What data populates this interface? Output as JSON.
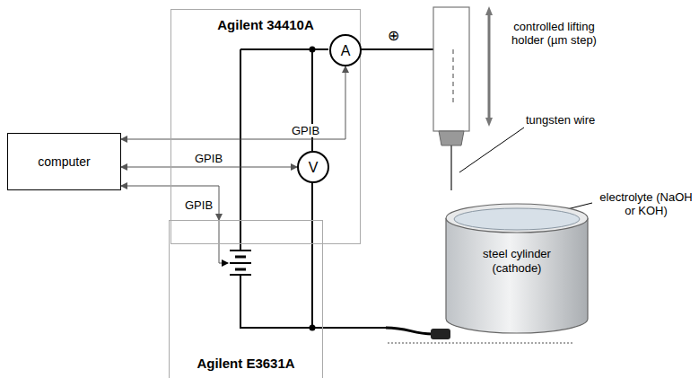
{
  "diagram": {
    "nodes": [
      {
        "text": [
          "Agilent 34410A"
        ]
      },
      {
        "text": [
          "A"
        ],
        "in": 0
      },
      {
        "text": [
          "V"
        ],
        "in": 0
      },
      {
        "text": [
          "computer"
        ]
      },
      {
        "text": [
          "Agilent E3631A"
        ]
      },
      {
        "text": [
          "steel cylinder (cathode)"
        ]
      }
    ],
    "edges": [
      {
        "from": 3,
        "to": 1,
        "arrow": "both",
        "label": "GPIB"
      },
      {
        "from": 3,
        "to": 2,
        "arrow": "both",
        "label": "GPIB"
      },
      {
        "from": 3,
        "to": 4,
        "arrow": "both",
        "label": "GPIB"
      }
    ],
    "labels": [
      "⊕",
      "controlled lifting holder (µm step)",
      "tungsten wire",
      "electrolyte (NaOH or KOH)"
    ]
  }
}
